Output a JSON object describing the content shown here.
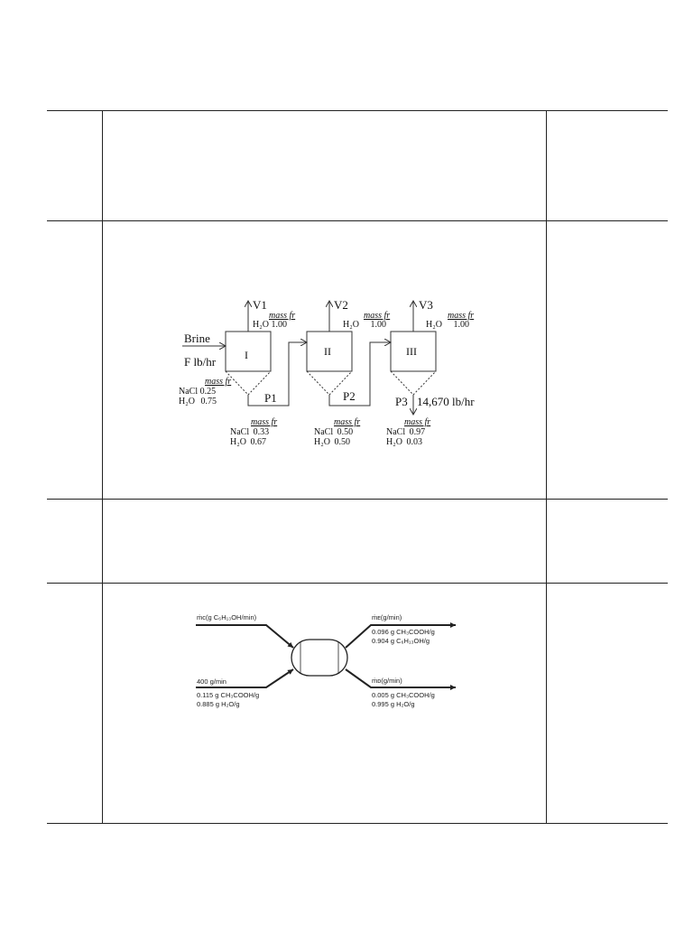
{
  "evaporator": {
    "units": [
      "I",
      "II",
      "III"
    ],
    "vapors": [
      "V1",
      "V2",
      "V3"
    ],
    "products": [
      "P1",
      "P2",
      "P3"
    ],
    "mass_fr_label": "mass fr",
    "feed_label_1": "Brine",
    "feed_label_2": "F lb/hr",
    "feed_comp": [
      {
        "species": "NaCl",
        "value": "0.25"
      },
      {
        "species": "H₂O",
        "value": "0.75"
      }
    ],
    "vapor_comp": [
      {
        "species": "H₂O",
        "value": "1.00"
      },
      {
        "species": "H₂O",
        "value": "1.00"
      },
      {
        "species": "H₂O",
        "value": "1.00"
      }
    ],
    "product_comp": [
      [
        {
          "species": "NaCl",
          "value": "0.33"
        },
        {
          "species": "H₂O",
          "value": "0.67"
        }
      ],
      [
        {
          "species": "NaCl",
          "value": "0.50"
        },
        {
          "species": "H₂O",
          "value": "0.50"
        }
      ],
      [
        {
          "species": "NaCl",
          "value": "0.97"
        },
        {
          "species": "H₂O",
          "value": "0.03"
        }
      ]
    ],
    "p3_flow": "14,670 lb/hr"
  },
  "extractor": {
    "top_in": "ṁᴄ(g C₆H₁₃OH/min)",
    "bottom_in_flow": "400 g/min",
    "bottom_in_comp": [
      "0.115 g CH₃COOH/g",
      "0.885 g H₂O/g"
    ],
    "top_out": "ṁᴇ(g/min)",
    "top_out_comp": [
      "0.096 g CH₃COOH/g",
      "0.904 g C₆H₁₃OH/g"
    ],
    "bottom_out": "ṁᴅ(g/min)",
    "bottom_out_comp": [
      "0.005 g CH₃COOH/g",
      "0.995 g H₂O/g"
    ]
  }
}
